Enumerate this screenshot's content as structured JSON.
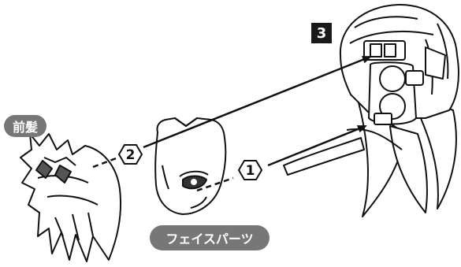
{
  "diagram": {
    "step_number": "3",
    "parts": {
      "bangs_label": "前髪",
      "face_label": "フェイスパーツ"
    },
    "steps": [
      {
        "marker": "1",
        "from": "face-part",
        "to": "head-lower-socket"
      },
      {
        "marker": "2",
        "from": "bangs-part",
        "to": "head-upper-socket"
      }
    ]
  }
}
